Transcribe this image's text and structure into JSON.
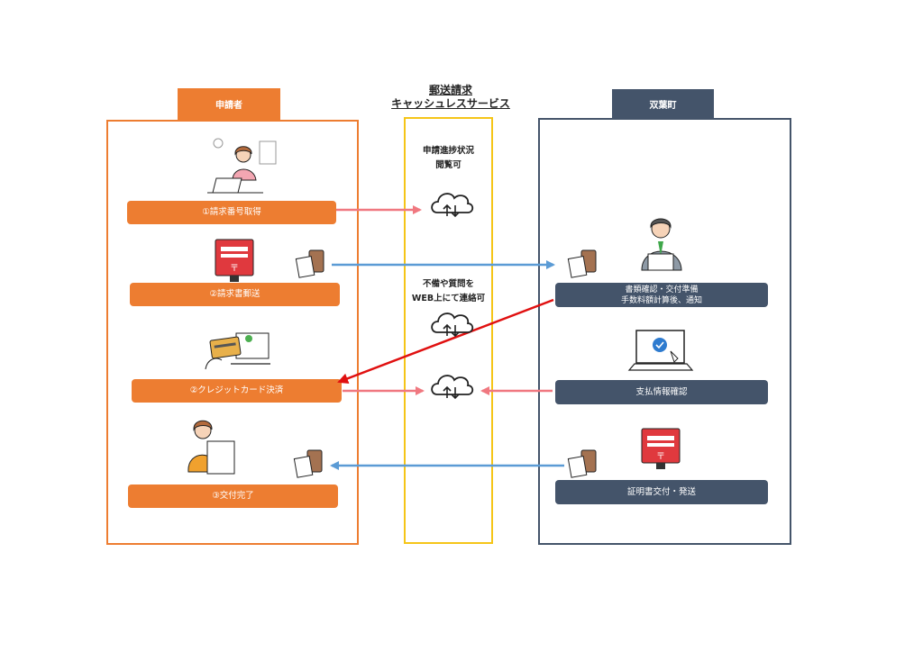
{
  "header": {
    "title_line1": "郵送請求",
    "title_line2": "キャッシュレスサービス"
  },
  "applicant": {
    "label": "申請者",
    "steps": [
      "①請求番号取得",
      "②請求書郵送",
      "②クレジットカード決済",
      "③交付完了"
    ]
  },
  "town": {
    "label": "双葉町",
    "steps_line1": [
      "書類確認・交付準備",
      "支払情報確認",
      "証明書交付・発送"
    ],
    "step1_line2": "手数料額計算後、通知"
  },
  "center": {
    "note1_line1": "申請進捗状況",
    "note1_line2": "閲覧可",
    "note2_line1": "不備や質問を",
    "note2_line2": "WEB上にて連絡可"
  },
  "colors": {
    "orange": "#ED7D31",
    "navy": "#44546A",
    "yellow": "#F5C518",
    "pink_arrow": "#F07880",
    "blue_arrow": "#5B9BD5",
    "red_arrow": "#E01010"
  },
  "icons": [
    "laptop-person-icon",
    "mailbox-icon",
    "envelope-document-icon",
    "credit-card-icon",
    "person-document-icon",
    "cloud-sync-icon",
    "businessman-icon",
    "laptop-check-icon"
  ]
}
